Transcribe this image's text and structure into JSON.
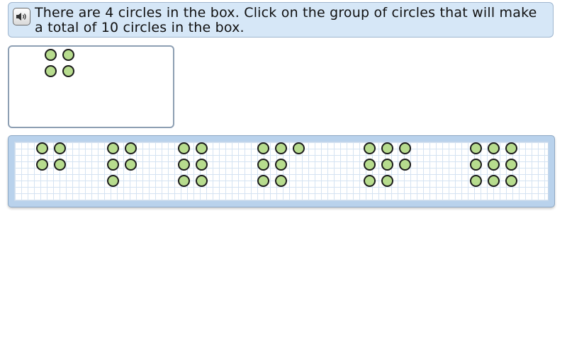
{
  "instruction": {
    "text": "There are 4 circles in the box. Click on the group of circles that will make a total of 10 circles in the box.",
    "speaker_icon": "speaker-icon"
  },
  "colors": {
    "instruction_bg": "#d6e7f7",
    "circle_fill": "#b7dc8e",
    "circle_stroke": "#1c1c1c",
    "panel_bg": "#b9d2ec",
    "grid_line": "#d5e3f2"
  },
  "box": {
    "circle_count": 4
  },
  "choices": [
    {
      "circle_count": 4
    },
    {
      "circle_count": 5
    },
    {
      "circle_count": 6
    },
    {
      "circle_count": 7
    },
    {
      "circle_count": 8
    },
    {
      "circle_count": 9
    }
  ]
}
